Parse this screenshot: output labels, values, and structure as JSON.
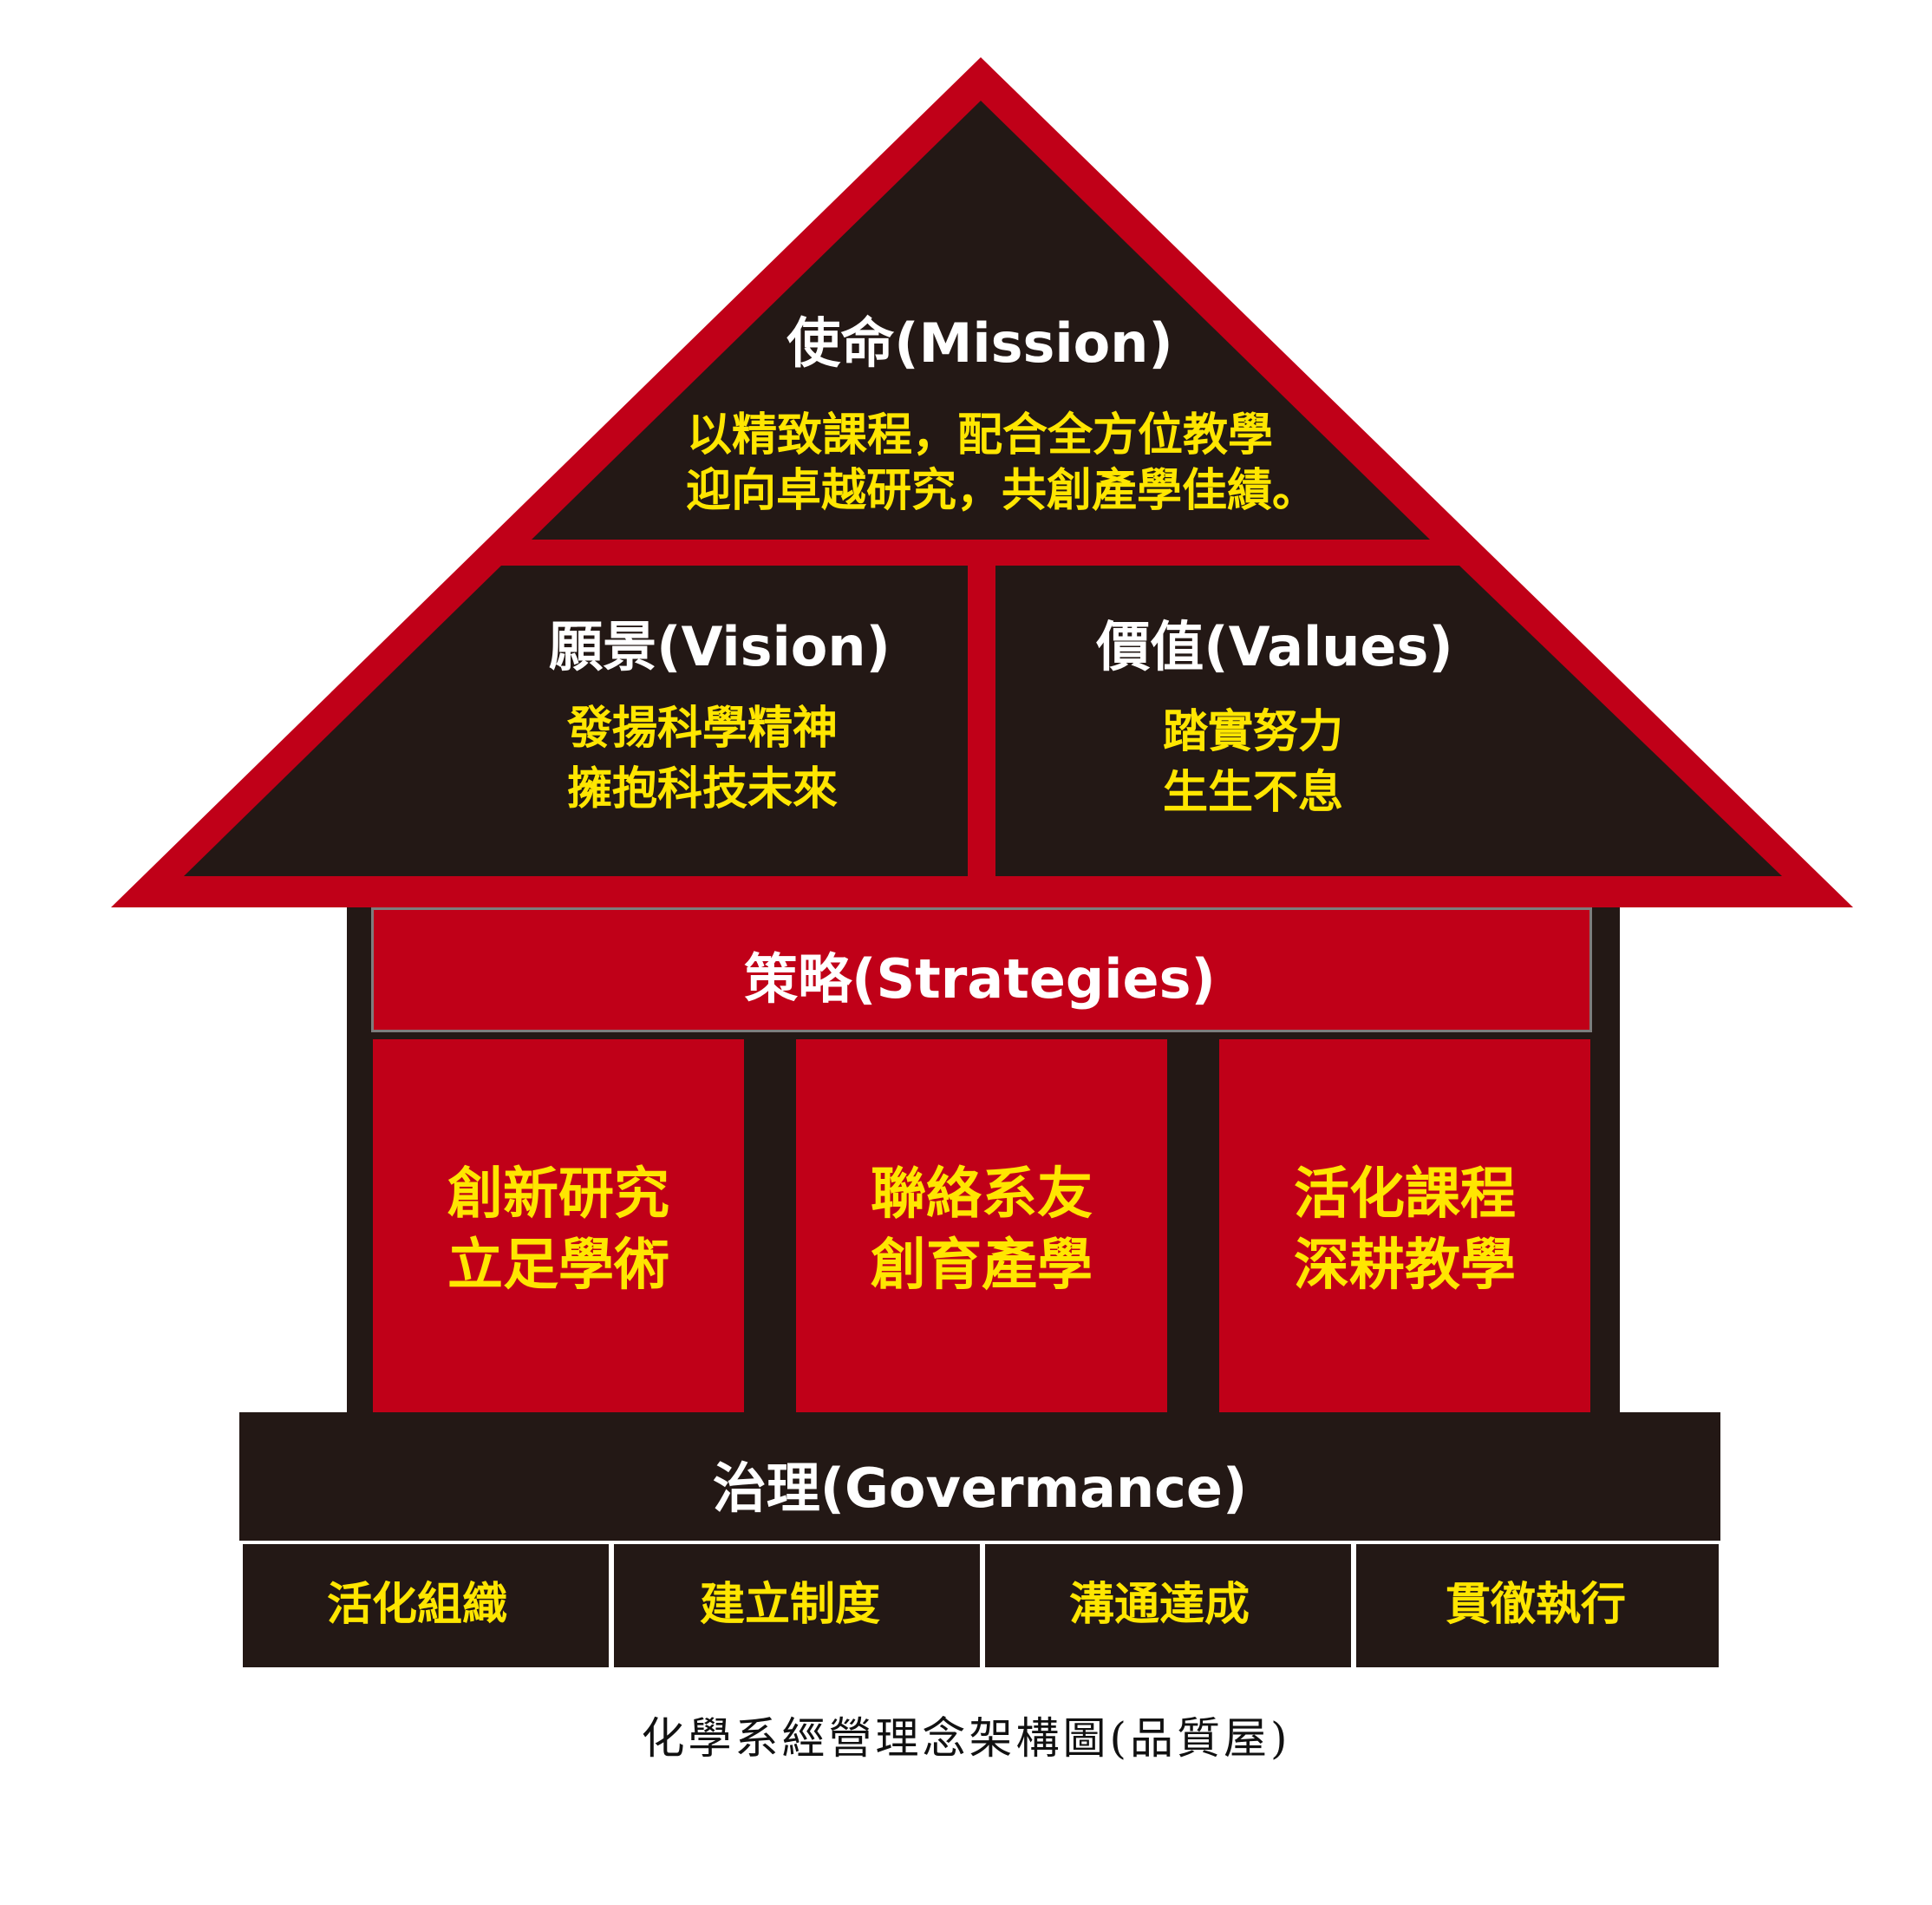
{
  "colors": {
    "red": "#c00018",
    "dark": "#231815",
    "yellow": "#ffe600",
    "white": "#ffffff"
  },
  "mission": {
    "title": "使命(Mission)",
    "lines": [
      "以精致課程，配合全方位教學",
      "迎向卓越研究，共創產學佳績。"
    ]
  },
  "vision": {
    "title": "願景(Vision)",
    "lines": [
      "發揚科學精神",
      "擁抱科技未來"
    ]
  },
  "values": {
    "title": "價值(Values)",
    "lines": [
      "踏實努力",
      "生生不息"
    ]
  },
  "strategies": {
    "title": "策略(Strategies)",
    "pillars": [
      {
        "lines": [
          "創新研究",
          "立足學術"
        ]
      },
      {
        "lines": [
          "聯絡系友",
          "創育產學"
        ]
      },
      {
        "lines": [
          "活化課程",
          "深耕教學"
        ]
      }
    ]
  },
  "governance": {
    "title": "治理(Govermance)",
    "items": [
      "活化組織",
      "建立制度",
      "溝通達成",
      "貫徹執行"
    ]
  },
  "caption": "化學系經營理念架構圖(品質屋)"
}
